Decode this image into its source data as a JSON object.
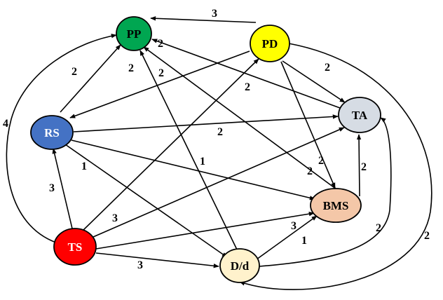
{
  "nodes": [
    {
      "id": "PP",
      "label": "PP",
      "fill": "#00a651",
      "text_color": "#000000"
    },
    {
      "id": "PD",
      "label": "PD",
      "fill": "#ffff00",
      "text_color": "#000000"
    },
    {
      "id": "RS",
      "label": "RS",
      "fill": "#4472c4",
      "text_color": "#ffffff"
    },
    {
      "id": "TA",
      "label": "TA",
      "fill": "#d6dce4",
      "text_color": "#000000"
    },
    {
      "id": "BMS",
      "label": "BMS",
      "fill": "#f4c7a8",
      "text_color": "#000000"
    },
    {
      "id": "TS",
      "label": "TS",
      "fill": "#ff0000",
      "text_color": "#ffffff"
    },
    {
      "id": "Dd",
      "label": "D/d",
      "fill": "#fff2cc",
      "text_color": "#000000"
    }
  ],
  "edges": [
    {
      "id": "PD-PP",
      "from": "PD",
      "to": "PP",
      "weight": "3"
    },
    {
      "id": "PD-RS",
      "from": "PD",
      "to": "RS",
      "weight": "2"
    },
    {
      "id": "PD-TA",
      "from": "PD",
      "to": "TA",
      "weight": "2"
    },
    {
      "id": "PD-BMS",
      "from": "PD",
      "to": "BMS",
      "weight": "2"
    },
    {
      "id": "PD-Dd",
      "from": "PD",
      "to": "Dd",
      "weight": "2"
    },
    {
      "id": "TA-PP",
      "from": "TA",
      "to": "PP",
      "weight": "2"
    },
    {
      "id": "RS-PP",
      "from": "RS",
      "to": "PP",
      "weight": "2"
    },
    {
      "id": "RS-TA",
      "from": "RS",
      "to": "TA",
      "weight": "2"
    },
    {
      "id": "RS-BMS",
      "from": "RS",
      "to": "BMS",
      "weight": "1"
    },
    {
      "id": "RS-Dd",
      "from": "RS",
      "to": "Dd",
      "weight": "1"
    },
    {
      "id": "BMS-TA",
      "from": "BMS",
      "to": "TA",
      "weight": "2"
    },
    {
      "id": "BMS-PP",
      "from": "BMS",
      "to": "PP",
      "weight": "2"
    },
    {
      "id": "TS-PP",
      "from": "TS",
      "to": "PP",
      "weight": "4"
    },
    {
      "id": "TS-RS",
      "from": "TS",
      "to": "RS",
      "weight": "3"
    },
    {
      "id": "TS-PD",
      "from": "TS",
      "to": "PD",
      "weight": "2"
    },
    {
      "id": "TS-TA",
      "from": "TS",
      "to": "TA",
      "weight": "3"
    },
    {
      "id": "TS-BMS",
      "from": "TS",
      "to": "BMS",
      "weight": "3"
    },
    {
      "id": "TS-Dd",
      "from": "TS",
      "to": "Dd",
      "weight": "3"
    },
    {
      "id": "Dd-PP",
      "from": "Dd",
      "to": "PP",
      "weight": "2"
    },
    {
      "id": "Dd-BMS",
      "from": "Dd",
      "to": "BMS",
      "weight": "1"
    },
    {
      "id": "Dd-TA",
      "from": "Dd",
      "to": "TA",
      "weight": "2"
    }
  ]
}
